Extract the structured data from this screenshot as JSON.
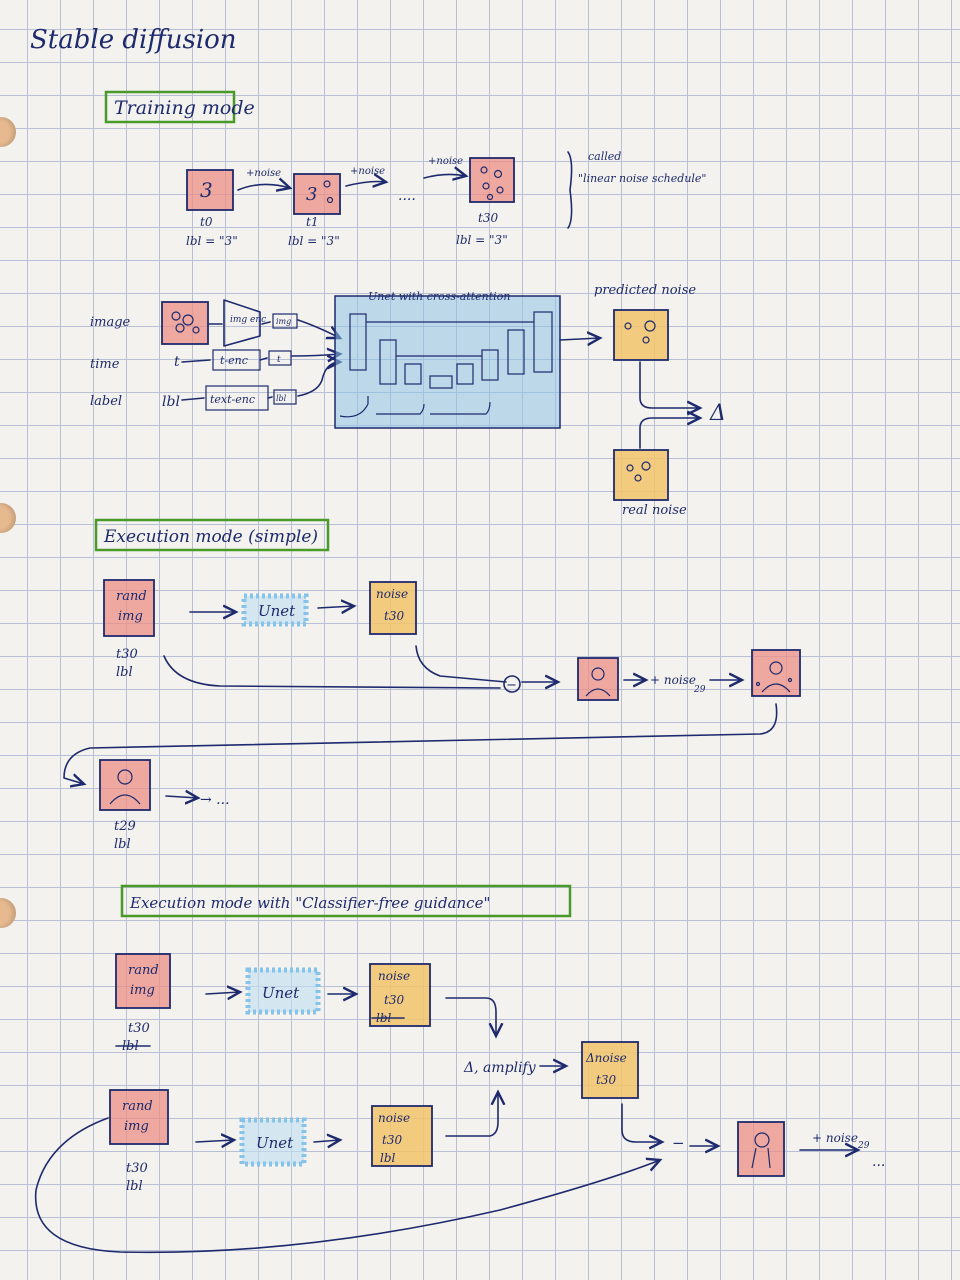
{
  "title": "Stable diffusion",
  "training": {
    "heading": "Training mode",
    "noise_label": "+noise",
    "ellipsis": "....",
    "steps": [
      {
        "t": "t0",
        "lbl": "lbl = \"3\""
      },
      {
        "t": "t1",
        "lbl": "lbl = \"3\""
      },
      {
        "t": "t30",
        "lbl": "lbl = \"3\""
      }
    ],
    "brace_note_1": "called",
    "brace_note_2": "\"linear noise schedule\"",
    "row_image": "image",
    "row_time": "time",
    "row_label": "label",
    "in_t": "t",
    "in_lbl": "lbl",
    "img_enc": "img enc",
    "t_enc": "t-enc",
    "text_enc": "text-enc",
    "tok_img": "img",
    "tok_t": "t",
    "tok_lbl": "lbl",
    "unet_title": "Unet with cross-attention",
    "predicted_noise": "predicted noise",
    "delta": "Δ",
    "real_noise": "real noise"
  },
  "exec_simple": {
    "heading": "Execution mode (simple)",
    "rand_img_1": "rand",
    "rand_img_2": "img",
    "t30": "t30",
    "lbl": "lbl",
    "unet": "Unet",
    "noise": "noise",
    "noise_t": "t30",
    "minus": "−",
    "plus_noise": "+ noise",
    "plus_noise_sub": "29",
    "t29": "t29",
    "lbl2": "lbl",
    "ellipsis": "→ ..."
  },
  "exec_cfg": {
    "heading": "Execution mode with \"Classifier-free guidance\"",
    "rand_1": "rand",
    "rand_2": "img",
    "t30_a": "t30",
    "lbl_struck": "lbl",
    "unet_a": "Unet",
    "noise_a": "noise",
    "noise_a_t": "t30",
    "noise_a_lbl": "lbl",
    "amplify": "Δ, amplify",
    "dnoise": "Δnoise",
    "dnoise_t": "t30",
    "t30_b": "t30",
    "lbl_b": "lbl",
    "unet_b": "Unet",
    "noise_b": "noise",
    "noise_b_t": "t30",
    "noise_b_lbl": "lbl",
    "minus": "−",
    "plus_noise": "+ noise",
    "plus_noise_sub": "29",
    "ellipsis": "..."
  }
}
